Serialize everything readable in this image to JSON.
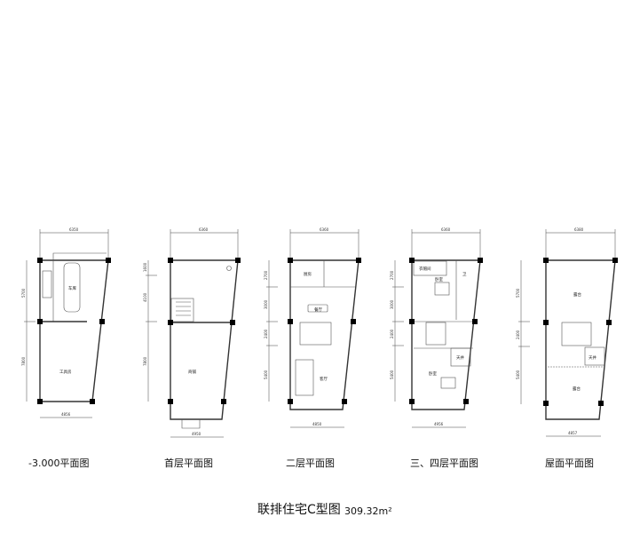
{
  "title": "联排住宅C型图",
  "area": "309.32m²",
  "plans": [
    {
      "caption": "-3.000平面图",
      "top_dim": "6350",
      "bottom_dim": "4856",
      "side_dims": [
        "5700",
        "7800"
      ],
      "rooms": [
        "车库",
        "工具房"
      ]
    },
    {
      "caption": "首层平面图",
      "top_dim": "6360",
      "bottom_dim": "4950",
      "side_dims": [
        "1600",
        "4100",
        "7800"
      ],
      "rooms": [
        "商铺"
      ]
    },
    {
      "caption": "二层平面图",
      "top_dim": "6360",
      "bottom_dim": "4850",
      "side_dims": [
        "2700",
        "3000",
        "2400",
        "5400"
      ],
      "rooms": [
        "厨房",
        "餐厅",
        "客厅"
      ]
    },
    {
      "caption": "三、四层平面图",
      "top_dim": "6360",
      "bottom_dim": "4956",
      "side_dims": [
        "2700",
        "3000",
        "2400",
        "5400"
      ],
      "rooms": [
        "衣帽间",
        "卧室",
        "卫",
        "天井",
        "卧室"
      ]
    },
    {
      "caption": "屋面平面图",
      "top_dim": "6380",
      "bottom_dim": "4857",
      "side_dims": [
        "5700",
        "2400",
        "5400"
      ],
      "rooms": [
        "露台",
        "天井",
        "露台"
      ]
    }
  ]
}
